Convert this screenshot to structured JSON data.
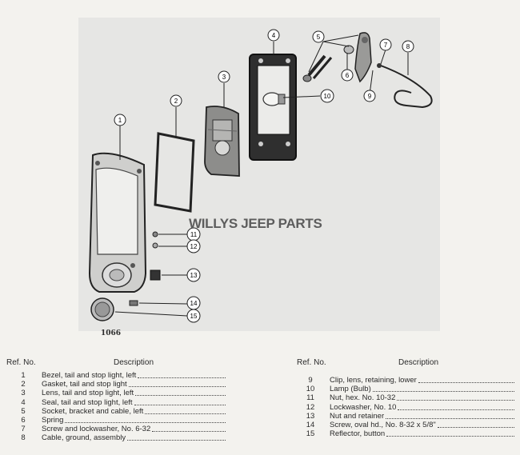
{
  "figure_number": "1066",
  "watermark": "WILLYS JEEP PARTS",
  "callouts": [
    "1",
    "2",
    "3",
    "4",
    "5",
    "6",
    "7",
    "8",
    "9",
    "10",
    "11",
    "12",
    "13",
    "14",
    "15"
  ],
  "legend": {
    "ref_header": "Ref. No.",
    "desc_header": "Description",
    "left": [
      {
        "ref": "1",
        "desc": "Bezel, tail and stop light, left"
      },
      {
        "ref": "2",
        "desc": "Gasket, tail and stop light"
      },
      {
        "ref": "3",
        "desc": "Lens, tail and stop light, left"
      },
      {
        "ref": "4",
        "desc": "Seal, tail and stop light, left"
      },
      {
        "ref": "5",
        "desc": "Socket, bracket and cable, left"
      },
      {
        "ref": "6",
        "desc": "Spring"
      },
      {
        "ref": "7",
        "desc": "Screw and lockwasher, No. 6-32"
      },
      {
        "ref": "8",
        "desc": "Cable, ground, assembly"
      }
    ],
    "right": [
      {
        "ref": "9",
        "desc": "Clip, lens, retaining, lower"
      },
      {
        "ref": "10",
        "desc": "Lamp (Bulb)"
      },
      {
        "ref": "11",
        "desc": "Nut, hex. No. 10-32"
      },
      {
        "ref": "12",
        "desc": "Lockwasher, No. 10"
      },
      {
        "ref": "13",
        "desc": "Nut and retainer"
      },
      {
        "ref": "14",
        "desc": "Screw, oval hd., No. 8-32 x 5/8\""
      },
      {
        "ref": "15",
        "desc": "Reflector, button"
      }
    ]
  },
  "colors": {
    "ink": "#2a2a2a",
    "panel": "#e6e6e4",
    "paper": "#f3f2ee"
  }
}
